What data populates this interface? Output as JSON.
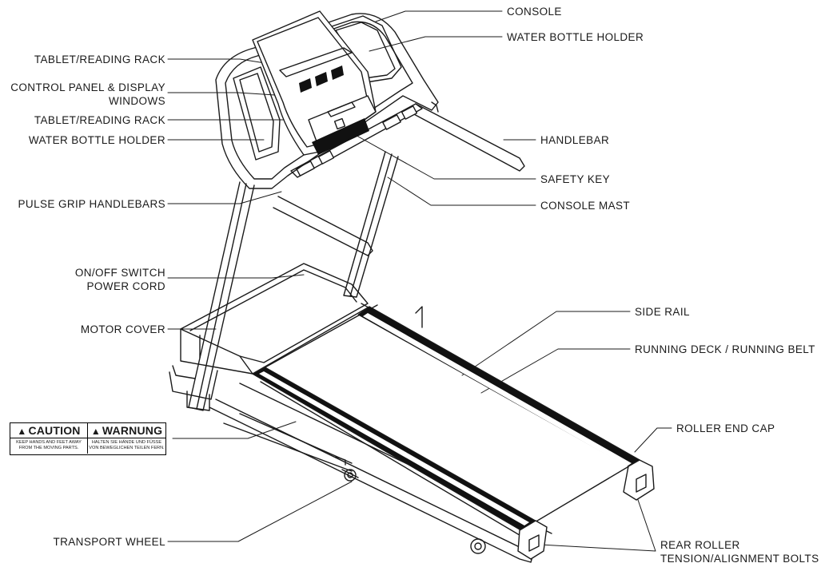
{
  "labels": {
    "console": "CONSOLE",
    "water_bottle_holder_right": "WATER BOTTLE HOLDER",
    "tablet_rack_top": "TABLET/READING RACK",
    "control_panel_line1": "CONTROL PANEL & DISPLAY",
    "control_panel_line2": "WINDOWS",
    "tablet_rack_lower": "TABLET/READING RACK",
    "water_bottle_holder_left": "WATER BOTTLE HOLDER",
    "handlebar": "HANDLEBAR",
    "safety_key": "SAFETY KEY",
    "pulse_grip": "PULSE GRIP HANDLEBARS",
    "console_mast": "CONSOLE MAST",
    "onoff_line1": "ON/OFF SWITCH",
    "onoff_line2": "POWER CORD",
    "side_rail": "SIDE RAIL",
    "motor_cover": "MOTOR COVER",
    "running_deck": "RUNNING DECK / RUNNING BELT",
    "roller_end_cap": "ROLLER END CAP",
    "transport_wheel": "TRANSPORT WHEEL",
    "rear_roller_line1": "REAR ROLLER",
    "rear_roller_line2": "TENSION/ALIGNMENT BOLTS"
  },
  "warning_label": {
    "caution_title": "CAUTION",
    "caution_text_line1": "KEEP HANDS AND FEET AWAY",
    "caution_text_line2": "FROM THE MOVING PARTS.",
    "warnung_title": "WARNUNG",
    "warnung_text_line1": "HALTEN SIE HÄNDE UND FÜSSE",
    "warnung_text_line2": "VON BEWEGLICHEN TEILEN FERN."
  }
}
